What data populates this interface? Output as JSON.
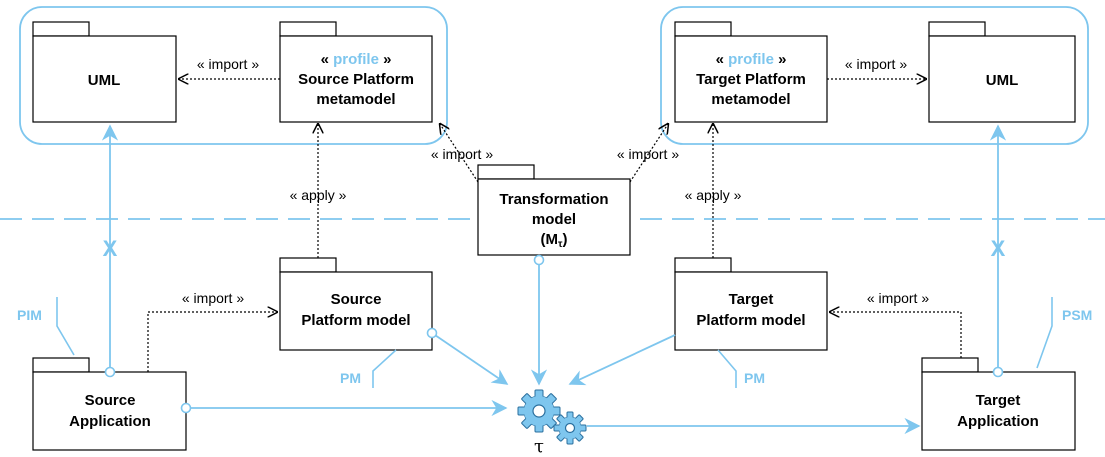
{
  "colors": {
    "accent": "#7ec6ee",
    "line": "#000000"
  },
  "packages": {
    "uml_left": {
      "title": "UML"
    },
    "source_platform_meta": {
      "stereotype": "profile",
      "line1": "Source Platform",
      "line2": "metamodel"
    },
    "target_platform_meta": {
      "stereotype": "profile",
      "line1": "Target Platform",
      "line2": "metamodel"
    },
    "uml_right": {
      "title": "UML"
    },
    "transformation": {
      "line1": "Transformation",
      "line2": "model",
      "line3": "(M",
      "line3_sub": "τ",
      "line3_end": ")"
    },
    "source_platform_model": {
      "line1": "Source",
      "line2": "Platform model"
    },
    "target_platform_model": {
      "line1": "Target",
      "line2": "Platform model"
    },
    "source_application": {
      "line1": "Source",
      "line2": "Application"
    },
    "target_application": {
      "line1": "Target",
      "line2": "Application"
    }
  },
  "labels": {
    "import_left_top": "« import »",
    "import_right_top": "« import »",
    "import_trans_left": "« import »",
    "import_trans_right": "« import »",
    "apply_left": "« apply »",
    "apply_right": "« apply »",
    "import_bottom_left": "« import »",
    "import_bottom_right": "« import »",
    "guillemet_open": "«",
    "guillemet_close": "»",
    "x_mark": "X",
    "pim": "PIM",
    "pm_left": "PM",
    "pm_right": "PM",
    "psm": "PSM",
    "tau": "τ"
  },
  "icons": {
    "transformation_engine": "gears-icon"
  }
}
